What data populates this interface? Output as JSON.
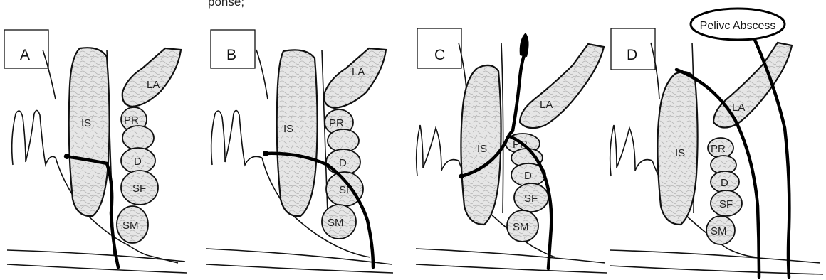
{
  "top_text": "ponse;",
  "panels": [
    {
      "label": "A",
      "structures": {
        "la": "LA",
        "is": "IS",
        "pr": "PR",
        "d": "D",
        "sf": "SF",
        "sm": "SM"
      }
    },
    {
      "label": "B",
      "structures": {
        "la": "LA",
        "is": "IS",
        "pr": "PR",
        "d": "D",
        "sf": "SF",
        "sm": "SM"
      }
    },
    {
      "label": "C",
      "structures": {
        "la": "LA",
        "is": "IS",
        "pr": "PR",
        "d": "D",
        "sf": "SF",
        "sm": "SM"
      }
    },
    {
      "label": "D",
      "structures": {
        "la": "LA",
        "is": "IS",
        "pr": "PR",
        "d": "D",
        "sf": "SF",
        "sm": "SM"
      },
      "callout": "Pelivc Abscess"
    }
  ]
}
